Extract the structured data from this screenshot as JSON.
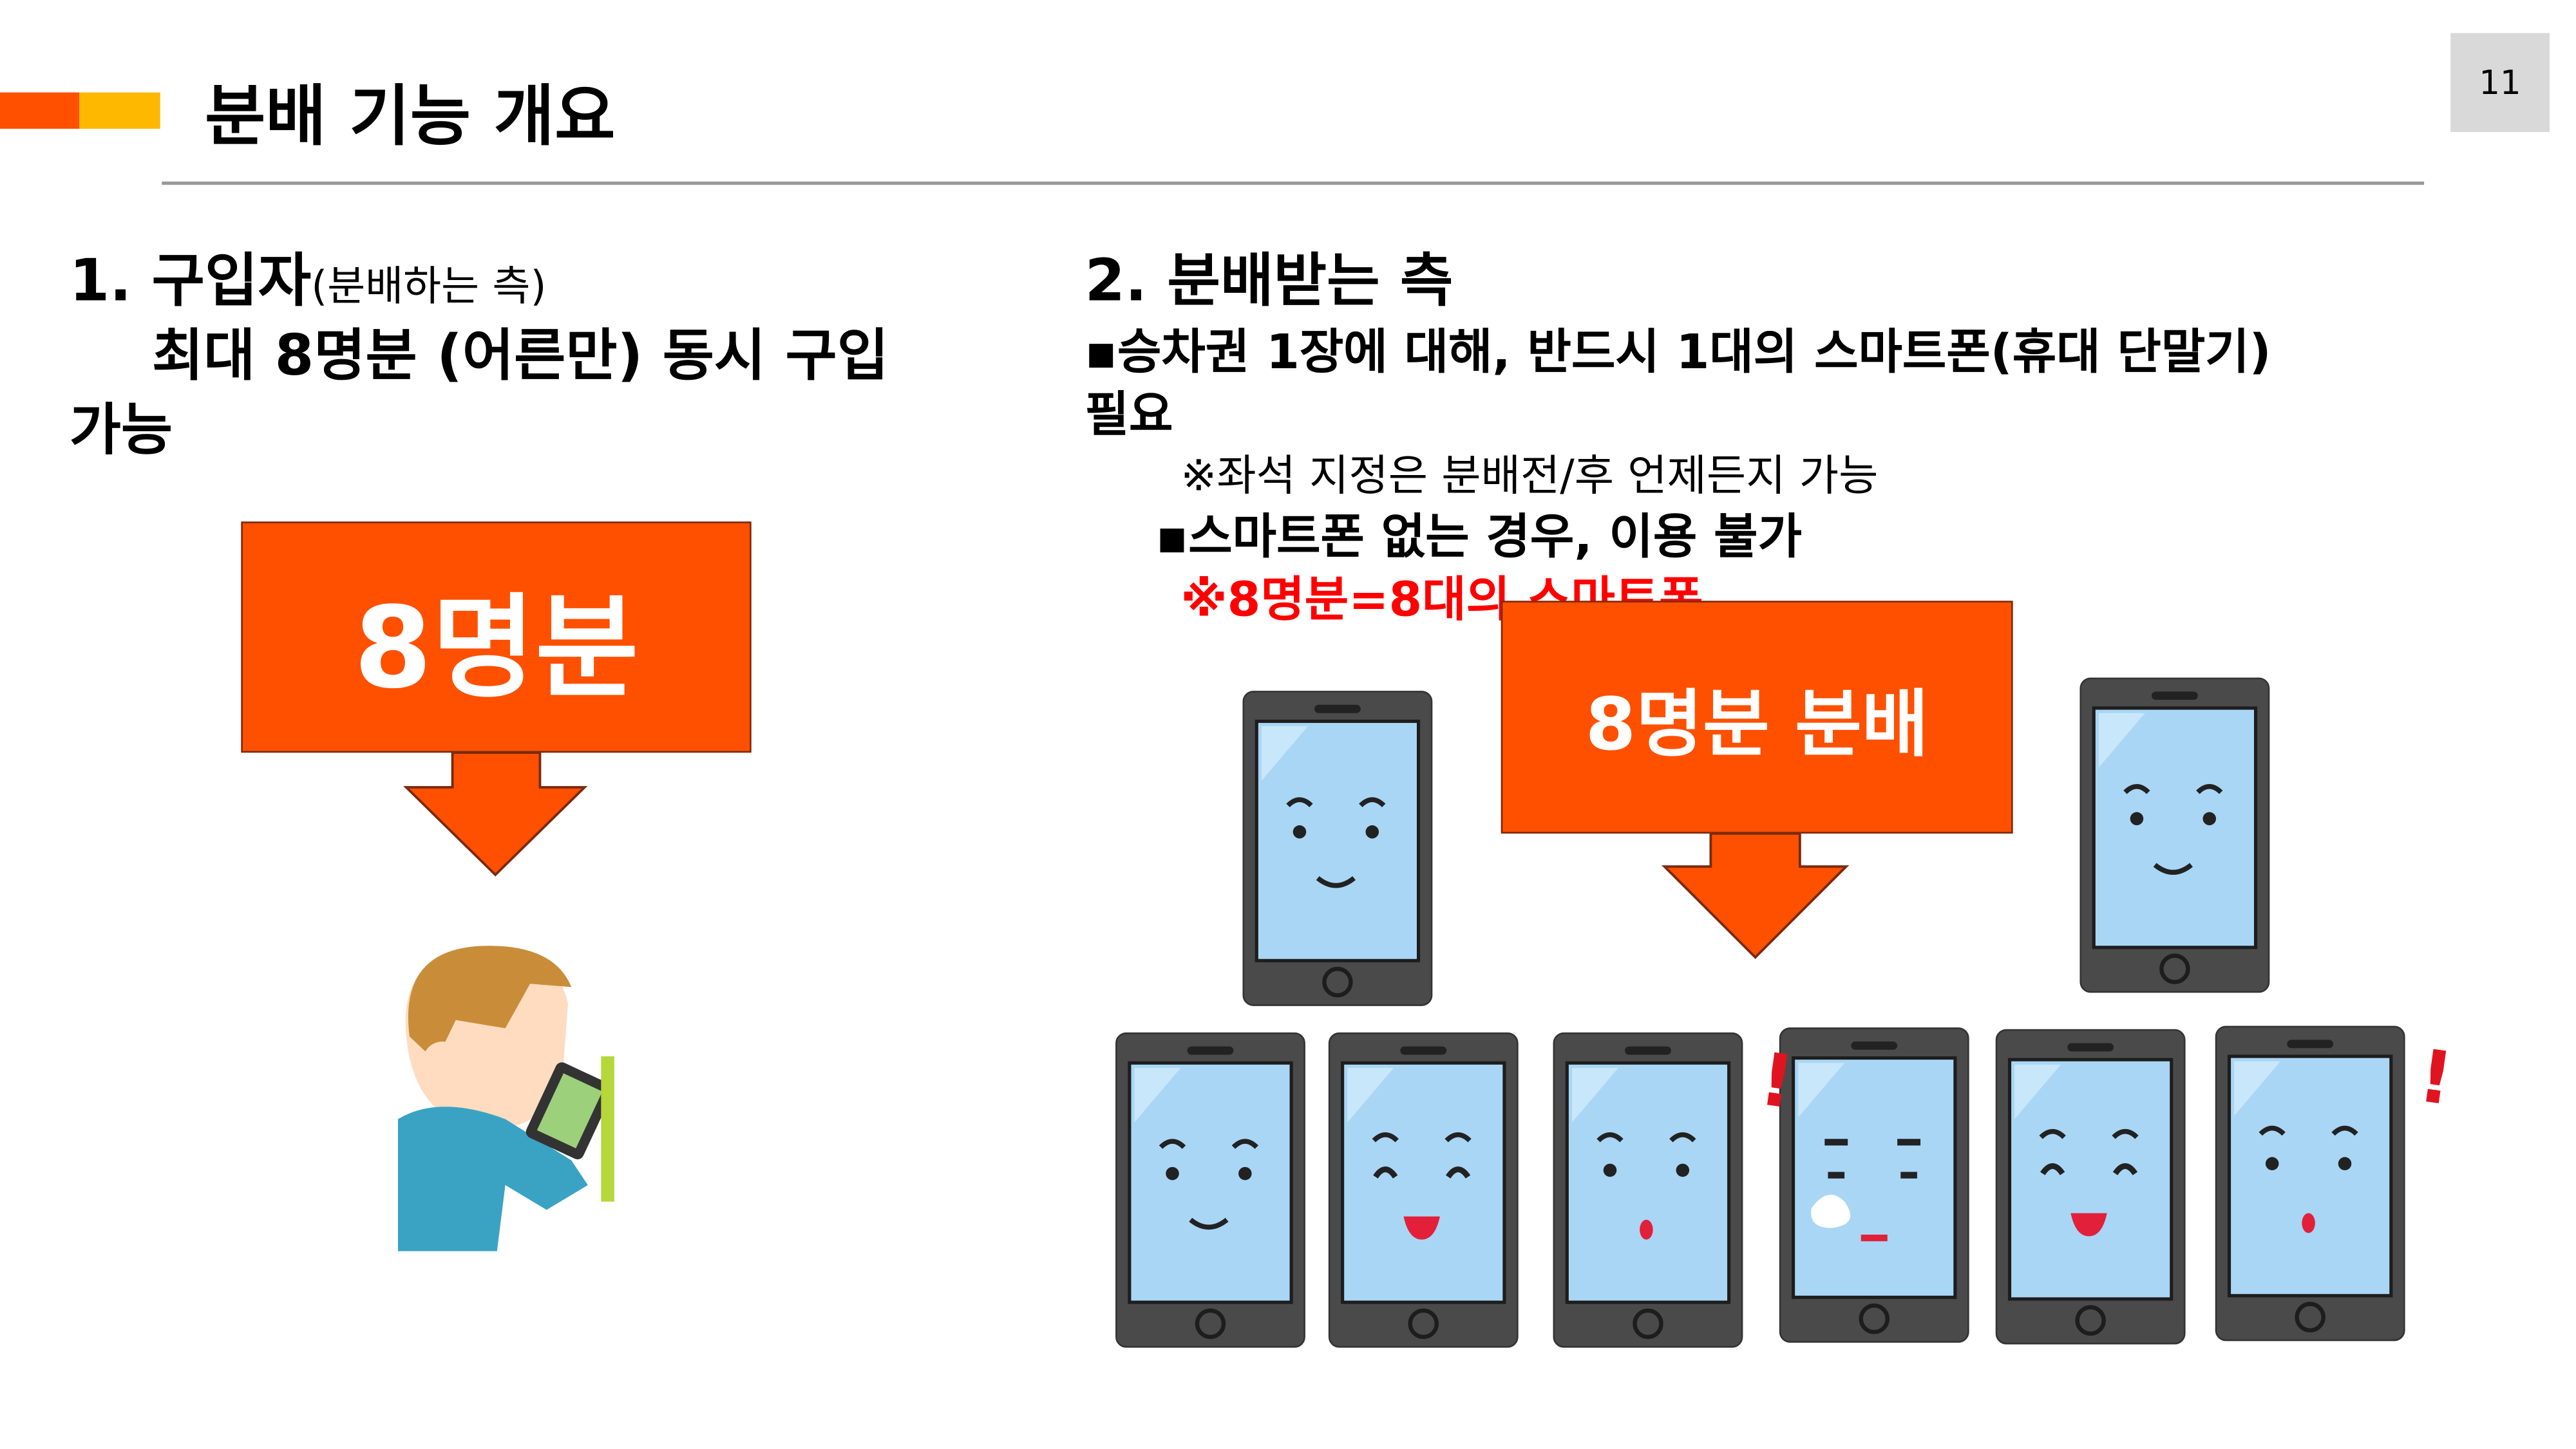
{
  "header": {
    "title": "분배 기능 개요",
    "page_number": "11",
    "accent_colors": [
      "#FF5000",
      "#FFB800"
    ]
  },
  "left": {
    "heading_number": "1.",
    "heading": "구입자",
    "heading_sub": "(분배하는 측)",
    "line2": "최대 8명분 (어른만) 동시 구입",
    "line3": "가능",
    "box_label": "8명분"
  },
  "right": {
    "heading": "2. 분배받는 측",
    "bullet1": "▪승차권 1장에 대해, 반드시 1대의 스마트폰(휴대 단말기)",
    "bullet1_cont": "필요",
    "note1": "※좌석 지정은 분배전/후 언제든지 가능",
    "bullet2": "▪스마트폰 없는 경우, 이용 불가",
    "note2": "※8명분=8대의 스마트폰",
    "box_label": "8명분 분배",
    "exclamation": "!"
  },
  "phones": [
    {
      "face": "smile"
    },
    {
      "face": "smile"
    },
    {
      "face": "smile"
    },
    {
      "face": "happy"
    },
    {
      "face": "surprised"
    },
    {
      "face": "sweat"
    },
    {
      "face": "happy"
    },
    {
      "face": "surprised"
    }
  ]
}
